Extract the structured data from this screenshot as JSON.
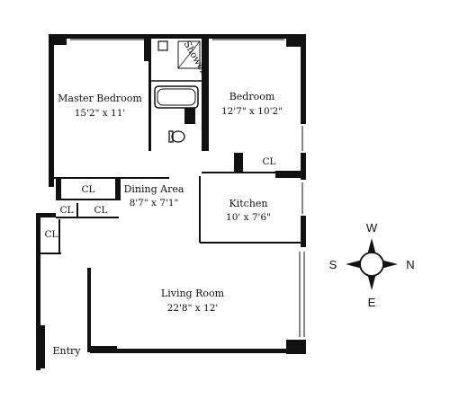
{
  "rooms": {
    "master_bedroom": {
      "name": "Master Bedroom",
      "dims": "15'2\" x 11'"
    },
    "bedroom": {
      "name": "Bedroom",
      "dims": "12'7\" x 10'2\""
    },
    "dining": {
      "name": "Dining Area",
      "dims": "8'7\" x 7'1\""
    },
    "kitchen": {
      "name": "Kitchen",
      "dims": "10' x 7'6\""
    },
    "living": {
      "name": "Living Room",
      "dims": "22'8\" x 12'"
    },
    "entry": {
      "name": "Entry"
    },
    "shower": {
      "name": "Shower"
    }
  },
  "closets": [
    "CL",
    "CL",
    "CL",
    "CL",
    "CL"
  ],
  "compass": {
    "n": "N",
    "s": "S",
    "e": "E",
    "w": "W"
  },
  "colors": {
    "ink": "#111111",
    "paper": "#ffffff"
  }
}
